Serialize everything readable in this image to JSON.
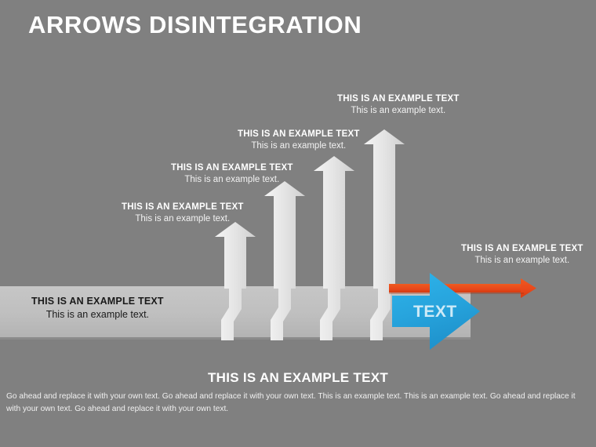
{
  "slide": {
    "title": "ARROWS DISINTEGRATION",
    "background_color": "#808080",
    "band_color": "#bdbdbd",
    "arrow_color": "#e3e3e3",
    "accent_blue": "#29a9e0",
    "accent_orange": "#e8471a"
  },
  "band_label": {
    "title": "THIS IS AN EXAMPLE TEXT",
    "subtitle": "This is an example text."
  },
  "callouts": [
    {
      "title": "THIS IS AN EXAMPLE TEXT",
      "subtitle": "This is an example text."
    },
    {
      "title": "THIS IS AN EXAMPLE TEXT",
      "subtitle": "This is an example text."
    },
    {
      "title": "THIS IS AN EXAMPLE TEXT",
      "subtitle": "This is an example text."
    },
    {
      "title": "THIS IS AN EXAMPLE TEXT",
      "subtitle": "This is an example text."
    },
    {
      "title": "THIS IS AN EXAMPLE TEXT",
      "subtitle": "This is an example text."
    }
  ],
  "blue_arrow": {
    "label": "TEXT"
  },
  "bottom": {
    "heading": "THIS IS AN EXAMPLE TEXT",
    "paragraph": "Go ahead and replace it with your own text. Go ahead and replace it with your own text. This is an example text. This is an example text. Go ahead and replace it with your own text. Go ahead and replace it with your own text."
  }
}
